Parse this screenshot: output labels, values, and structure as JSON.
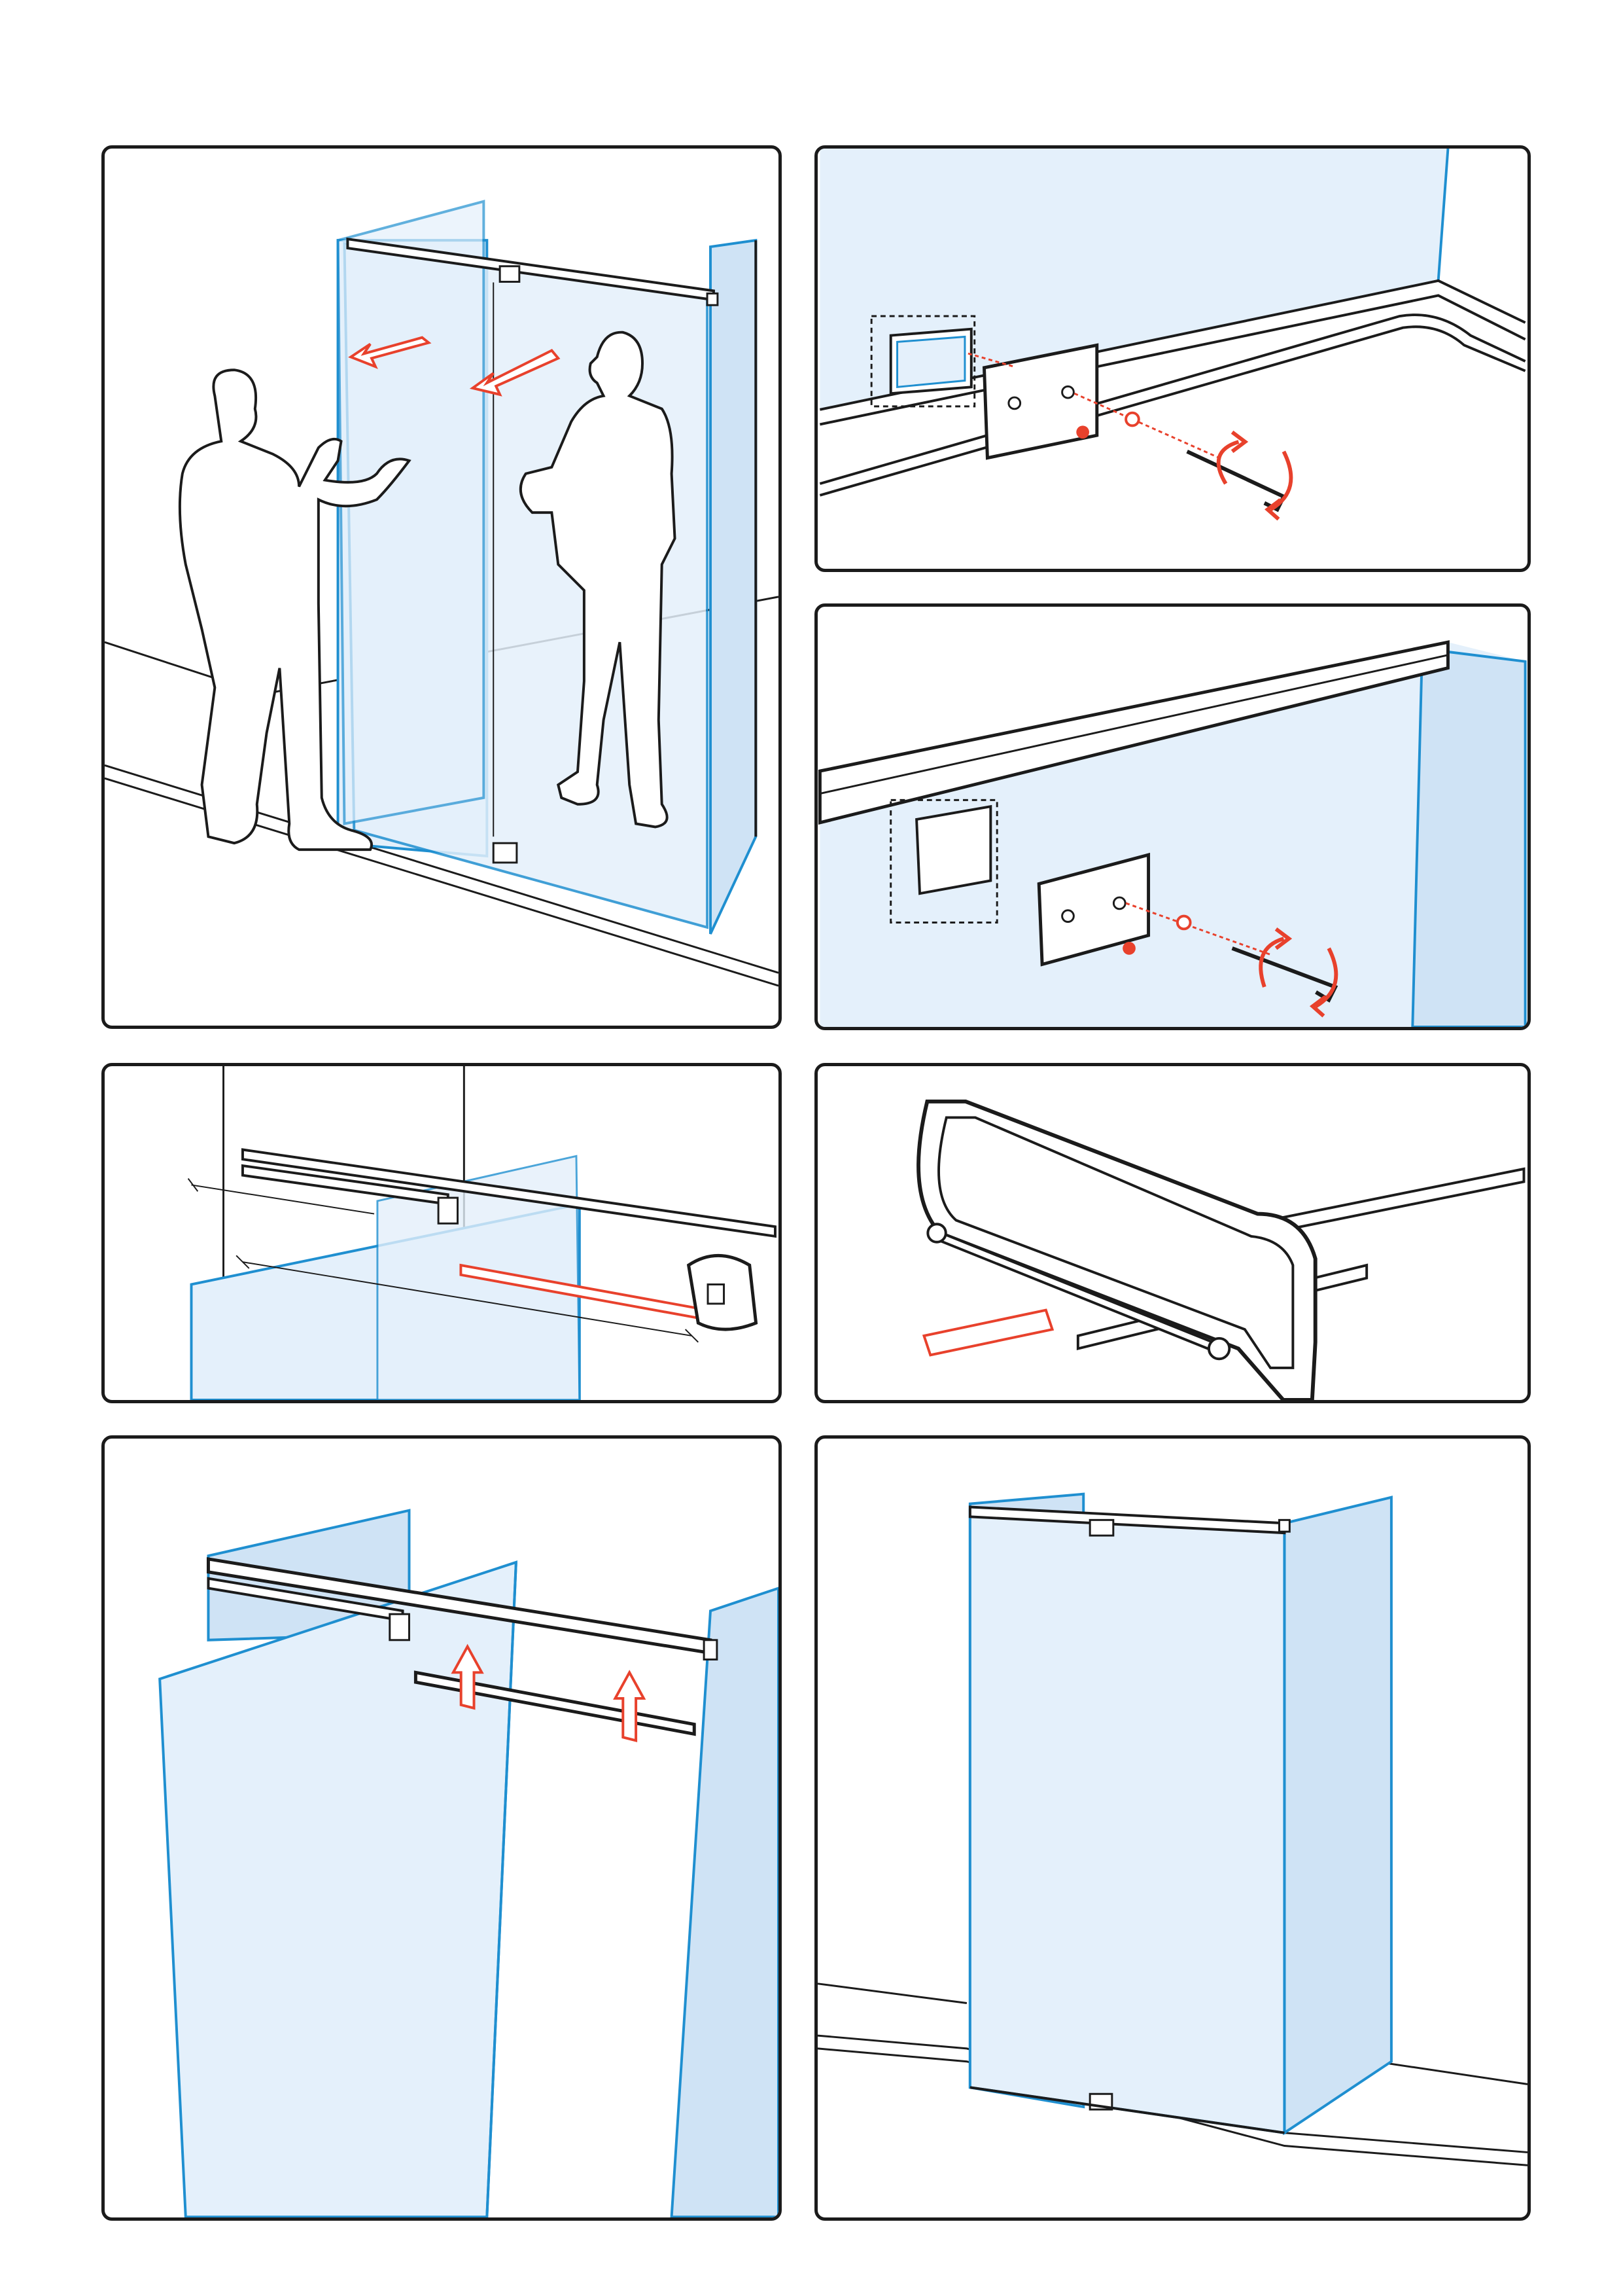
{
  "colors": {
    "outline": "#1b1b1b",
    "glass_fill": "#e4f0fb",
    "glass_side": "#cfe3f5",
    "glass_edge": "#1f8fd0",
    "accent": "#e8412c"
  },
  "panels": [
    {
      "id": "step-1",
      "depicts": "two-installers-shower-enclosure"
    },
    {
      "id": "step-2",
      "depicts": "wall-bracket-screw-allen-key"
    },
    {
      "id": "step-3",
      "depicts": "top-rail-bracket-screw-allen-key"
    },
    {
      "id": "step-4",
      "depicts": "measure-rail-tape-measure"
    },
    {
      "id": "step-5",
      "depicts": "cut-rail-hacksaw"
    },
    {
      "id": "step-6",
      "depicts": "insert-stabiliser-bar-up-arrows"
    },
    {
      "id": "step-7",
      "depicts": "finished-enclosure"
    }
  ]
}
